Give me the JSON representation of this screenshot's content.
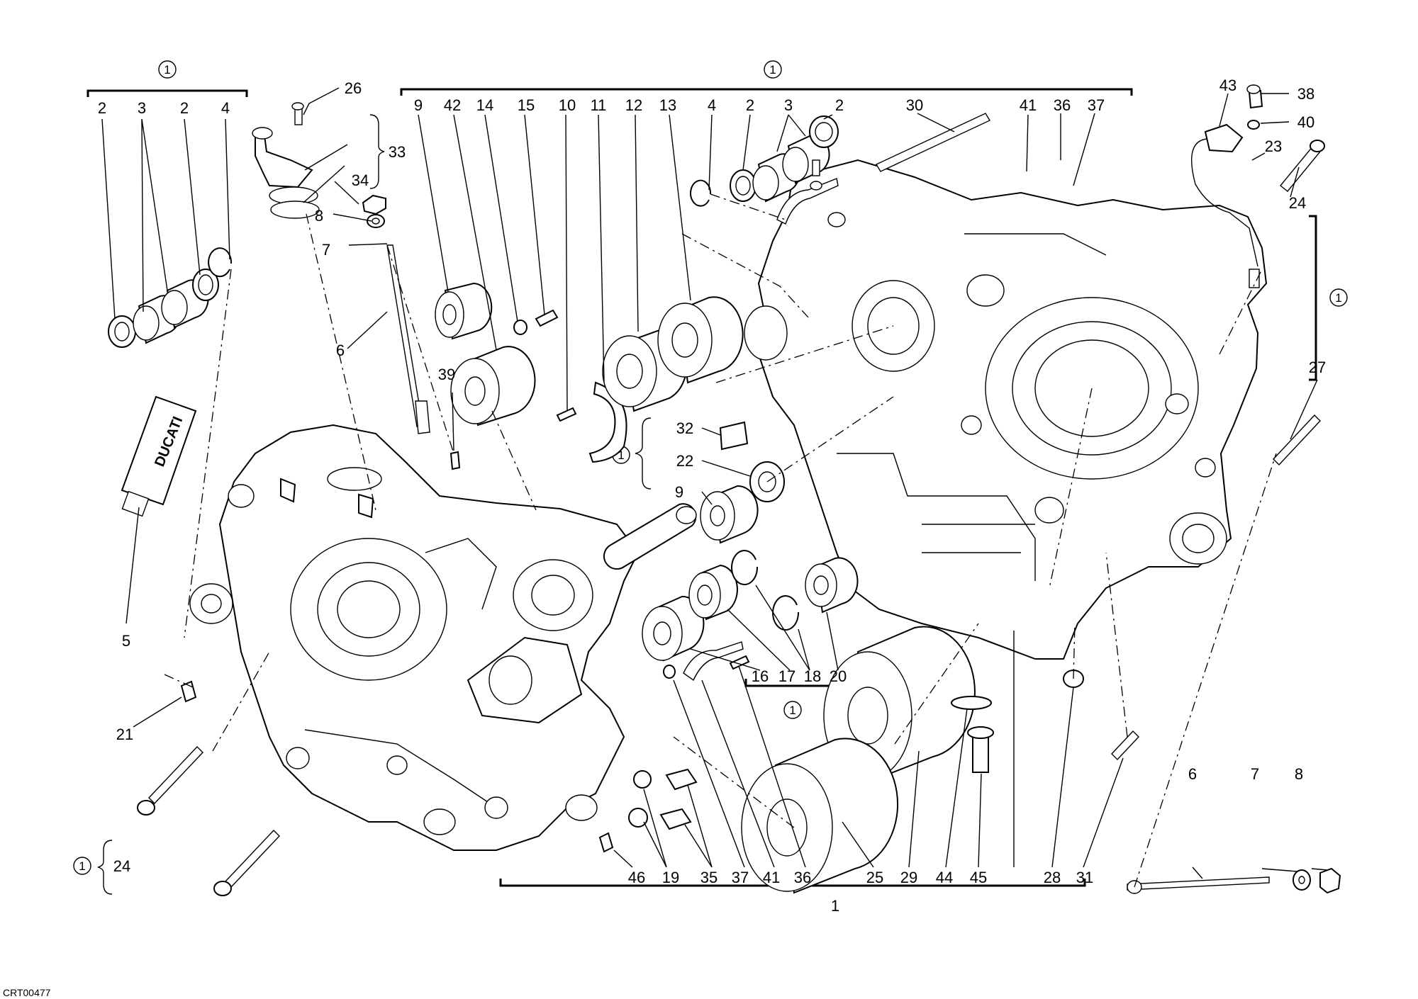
{
  "drawing_code": "CRT00477",
  "note_symbol": "1",
  "tube_brand": "DUCATI",
  "labels": {
    "l2a": "2",
    "l3a": "3",
    "l2b": "2",
    "l4a": "4",
    "l26": "26",
    "l33": "33",
    "l34": "34",
    "l8a": "8",
    "l7a": "7",
    "l6a": "6",
    "l5": "5",
    "l21": "21",
    "l24a": "24",
    "l39": "39",
    "l9a": "9",
    "l42": "42",
    "l14": "14",
    "l15": "15",
    "l10": "10",
    "l11": "11",
    "l12": "12",
    "l13": "13",
    "l4b": "4",
    "l2c": "2",
    "l3b": "3",
    "l2d": "2",
    "l30": "30",
    "l41a": "41",
    "l36a": "36",
    "l37a": "37",
    "l43": "43",
    "l38": "38",
    "l40": "40",
    "l23": "23",
    "l24b": "24",
    "l27": "27",
    "l32": "32",
    "l22": "22",
    "l9b": "9",
    "l16": "16",
    "l17": "17",
    "l18": "18",
    "l20": "20",
    "l46": "46",
    "l19": "19",
    "l35": "35",
    "l37b": "37",
    "l41b": "41",
    "l36b": "36",
    "l25": "25",
    "l29": "29",
    "l44": "44",
    "l45": "45",
    "l28": "28",
    "l31": "31",
    "l1": "1",
    "l6b": "6",
    "l7b": "7",
    "l8b": "8"
  }
}
